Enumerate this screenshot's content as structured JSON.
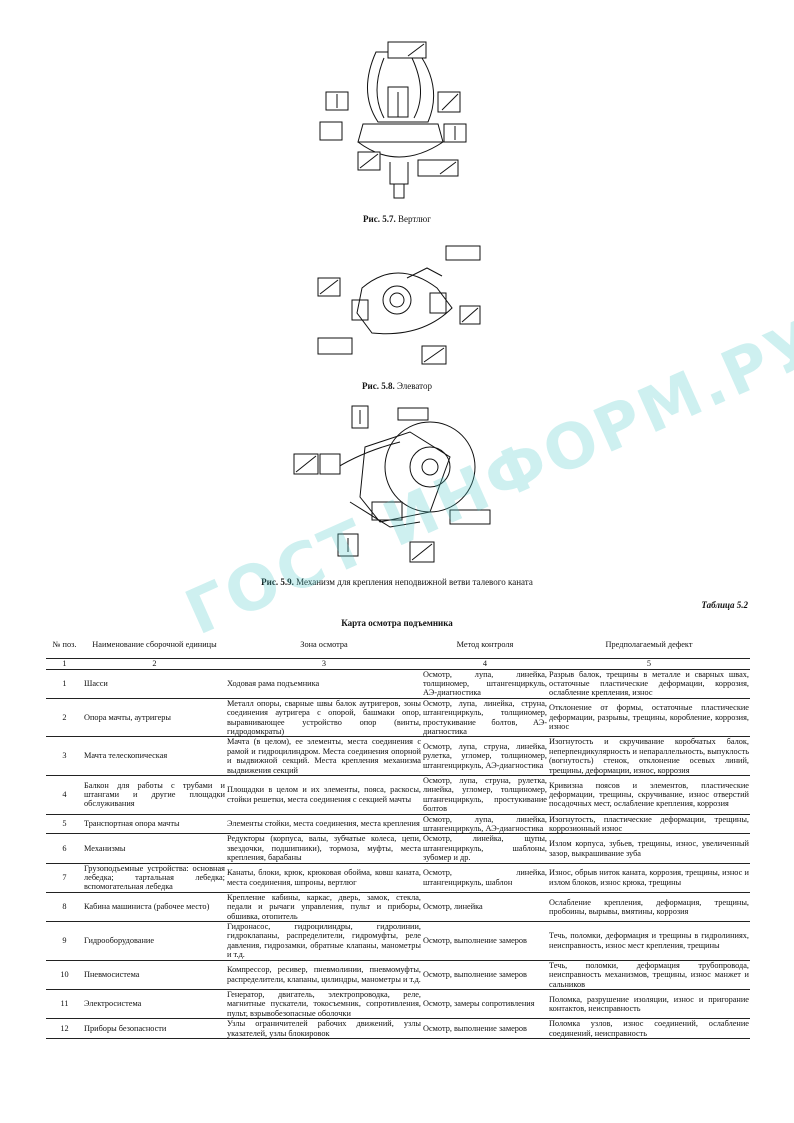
{
  "figures": [
    {
      "caption_num": "Рис. 5.7.",
      "caption_text": "Вертлюг"
    },
    {
      "caption_num": "Рис. 5.8.",
      "caption_text": "Элеватор"
    },
    {
      "caption_num": "Рис. 5.9.",
      "caption_text": "Механизм для крепления неподвижной ветви талевого каната"
    }
  ],
  "table_label": "Таблица 5.2",
  "table_title": "Карта осмотра подъемника",
  "watermark": "ГОСТ ИНФОРМ.РУ",
  "headers": [
    "№ поз.",
    "Наименование сборочной единицы",
    "Зона осмотра",
    "Метод контроля",
    "Предполагаемый дефект"
  ],
  "col_numbers": [
    "1",
    "2",
    "3",
    "4",
    "5"
  ],
  "rows": [
    {
      "pos": "1",
      "name": "Шасси",
      "zone": "Ходовая рама подъемника",
      "method": "Осмотр, лупа, линейка, толщиномер, штангенциркуль, АЭ-диагностика",
      "defect": "Разрыв балок, трещины в металле и сварных швах, остаточные пластические деформации, коррозия, ослабление крепления, износ"
    },
    {
      "pos": "2",
      "name": "Опора мачты, аутригеры",
      "zone": "Металл опоры, сварные швы балок аутригеров, зоны соединения аутригера с опорой, башмаки опор, выравнивающее устройство опор (винты, гидродомкраты)",
      "method": "Осмотр, лупа, линейка, струна, штангенциркуль, толщиномер, простукивание болтов, АЭ-диагностика",
      "defect": "Отклонение от формы, остаточные пластические деформации, разрывы, трещины, коробление, коррозия, износ"
    },
    {
      "pos": "3",
      "name": "Мачта телескопическая",
      "zone": "Мачта (в целом), ее элементы, места соединения с рамой и гидроцилиндром. Места соединения опорной и выдвижной секций. Места крепления механизма выдвижения секций",
      "method": "Осмотр, лупа, струна, линейка, рулетка, угломер, толщиномер, штангенциркуль, АЭ-диагностика",
      "defect": "Изогнутость и скручивание коробчатых балок, неперпендикулярность и непараллельность, выпуклость (вогнутость) стенок, отклонение осевых линий, трещины, деформации, износ, коррозия"
    },
    {
      "pos": "4",
      "name": "Балкон для работы с трубами и штангами и другие площадки обслуживания",
      "zone": "Площадки в целом и их элементы, пояса, раскосы, стойки решетки, места соединения с секцией мачты",
      "method": "Осмотр, лупа, струна, рулетка, линейка, угломер, толщиномер, штангенциркуль, простукивание болтов",
      "defect": "Кривизна поясов и элементов, пластические деформации, трещины, скручивание, износ отверстий посадочных мест, ослабление крепления, коррозия"
    },
    {
      "pos": "5",
      "name": "Транспортная опора мачты",
      "zone": "Элементы стойки, места соединения, места крепления",
      "method": "Осмотр, лупа, линейка, штангенциркуль, АЭ-диагностика",
      "defect": "Изогнутость, пластические деформации, трещины, коррозионный износ"
    },
    {
      "pos": "6",
      "name": "Механизмы",
      "zone": "Редукторы (корпуса, валы, зубчатые колеса, цепи, звездочки, подшипники), тормоза, муфты, места крепления, барабаны",
      "method": "Осмотр, линейка, щупы, штангенциркуль, шаблоны, зубомер и др.",
      "defect": "Излом корпуса, зубьев, трещины, износ, увеличенный зазор, выкрашивание зуба"
    },
    {
      "pos": "7",
      "name": "Грузоподъемные устройства: основная лебедка; тартальная лебедка; вспомогательная лебедка",
      "zone": "Канаты, блоки, крюк, крюковая обойма, ковш каната, места соединения, шпроны, вертлюг",
      "method": "Осмотр, линейка, штангенциркуль, шаблон",
      "defect": "Износ, обрыв ниток каната, коррозия, трещины, износ и излом блоков, износ крюка, трещины"
    },
    {
      "pos": "8",
      "name": "Кабина машиниста (рабочее место)",
      "zone": "Крепление кабины, каркас, дверь, замок, стекла, педали и рычаги управления, пульт и приборы, обшивка, отопитель",
      "method": "Осмотр, линейка",
      "defect": "Ослабление крепления, деформация, трещины, пробоины, вырывы, вмятины, коррозия"
    },
    {
      "pos": "9",
      "name": "Гидрооборудование",
      "zone": "Гидронасос, гидроцилиндры, гидролинии, гидроклапаны, распределители, гидромуфты, реле давления, гидрозамки, обратные клапаны, манометры и т.д.",
      "method": "Осмотр, выполнение замеров",
      "defect": "Течь, поломки, деформация и трещины в гидролиниях, неисправность, износ мест крепления, трещины"
    },
    {
      "pos": "10",
      "name": "Пневмосистема",
      "zone": "Компрессор, ресивер, пневмолинии, пневмомуфты, распределители, клапаны, цилиндры, манометры и т.д.",
      "method": "Осмотр, выполнение замеров",
      "defect": "Течь, поломки, деформация трубопровода, неисправность механизмов, трещины, износ манжет и сальников"
    },
    {
      "pos": "11",
      "name": "Электросистема",
      "zone": "Генератор, двигатель, электропроводка, реле, магнитные пускатели, токосъемник, сопротивления, пульт, взрывобезопасные оболочки",
      "method": "Осмотр, замеры сопротивления",
      "defect": "Поломка, разрушение изоляции, износ и пригорание контактов, неисправность"
    },
    {
      "pos": "12",
      "name": "Приборы безопасности",
      "zone": "Узлы ограничителей рабочих движений, узлы указателей, узлы блокировок",
      "method": "Осмотр, выполнение замеров",
      "defect": "Поломка узлов, износ соединений, ослабление соединений, неисправность"
    }
  ]
}
